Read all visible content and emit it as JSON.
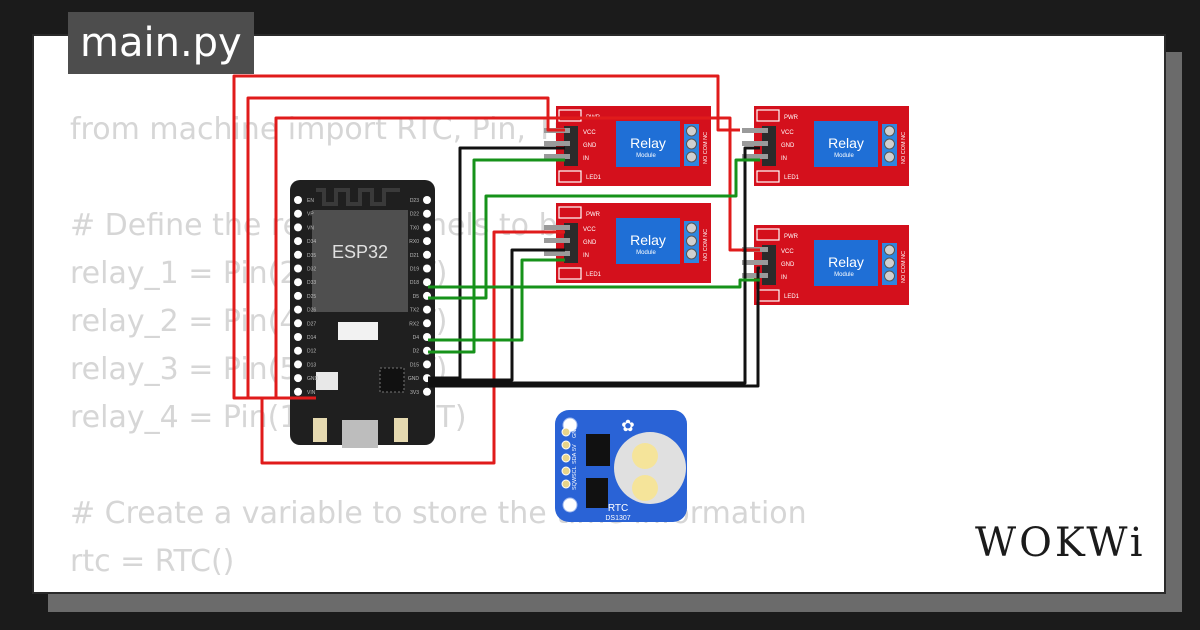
{
  "tab": {
    "filename": "main.py"
  },
  "code_lines": [
    "from machine import RTC, Pin, Timer",
    "",
    "# Define the relay channels to be used",
    "relay_1 = Pin(2, Pin.OUT)",
    "relay_2 = Pin(4, Pin.OUT)",
    "relay_3 = Pin(5, Pin.OUT)",
    "relay_4 = Pin(18, Pin.OUT)",
    "",
    "# Create a variable to store the time information",
    "rtc = RTC()"
  ],
  "esp32": {
    "chip_label": "ESP32",
    "left_pins": [
      "EN",
      "VP",
      "VN",
      "D34",
      "D35",
      "D32",
      "D33",
      "D25",
      "D26",
      "D27",
      "D14",
      "D12",
      "D13",
      "GND",
      "VIN"
    ],
    "right_pins": [
      "D23",
      "D22",
      "TX0",
      "RX0",
      "D21",
      "D19",
      "D18",
      "D5",
      "TX2",
      "RX2",
      "D4",
      "D2",
      "D15",
      "GND",
      "3V3"
    ]
  },
  "relay_module": {
    "title": "Relay",
    "subtitle": "Module",
    "pin_labels": [
      "VCC",
      "GND",
      "IN"
    ],
    "pwr_label": "PWR",
    "led_label": "LED1",
    "terminal_labels": [
      "NO",
      "COM",
      "NC"
    ]
  },
  "rtc_module": {
    "label": "RTC",
    "chip": "DS1307",
    "pins": [
      "GND",
      "5V",
      "SDA",
      "SCL",
      "SQW"
    ]
  },
  "brand": {
    "logo_text": "WOKWi"
  },
  "colors": {
    "relay_board": "#d4101c",
    "relay_block": "#1f6fd6",
    "esp_board": "#1f1f1f",
    "rtc_board": "#2a63d6",
    "wire_red": "#e01b1b",
    "wire_green": "#16921a",
    "wire_black": "#111111",
    "code_text": "#d6d6d6"
  }
}
